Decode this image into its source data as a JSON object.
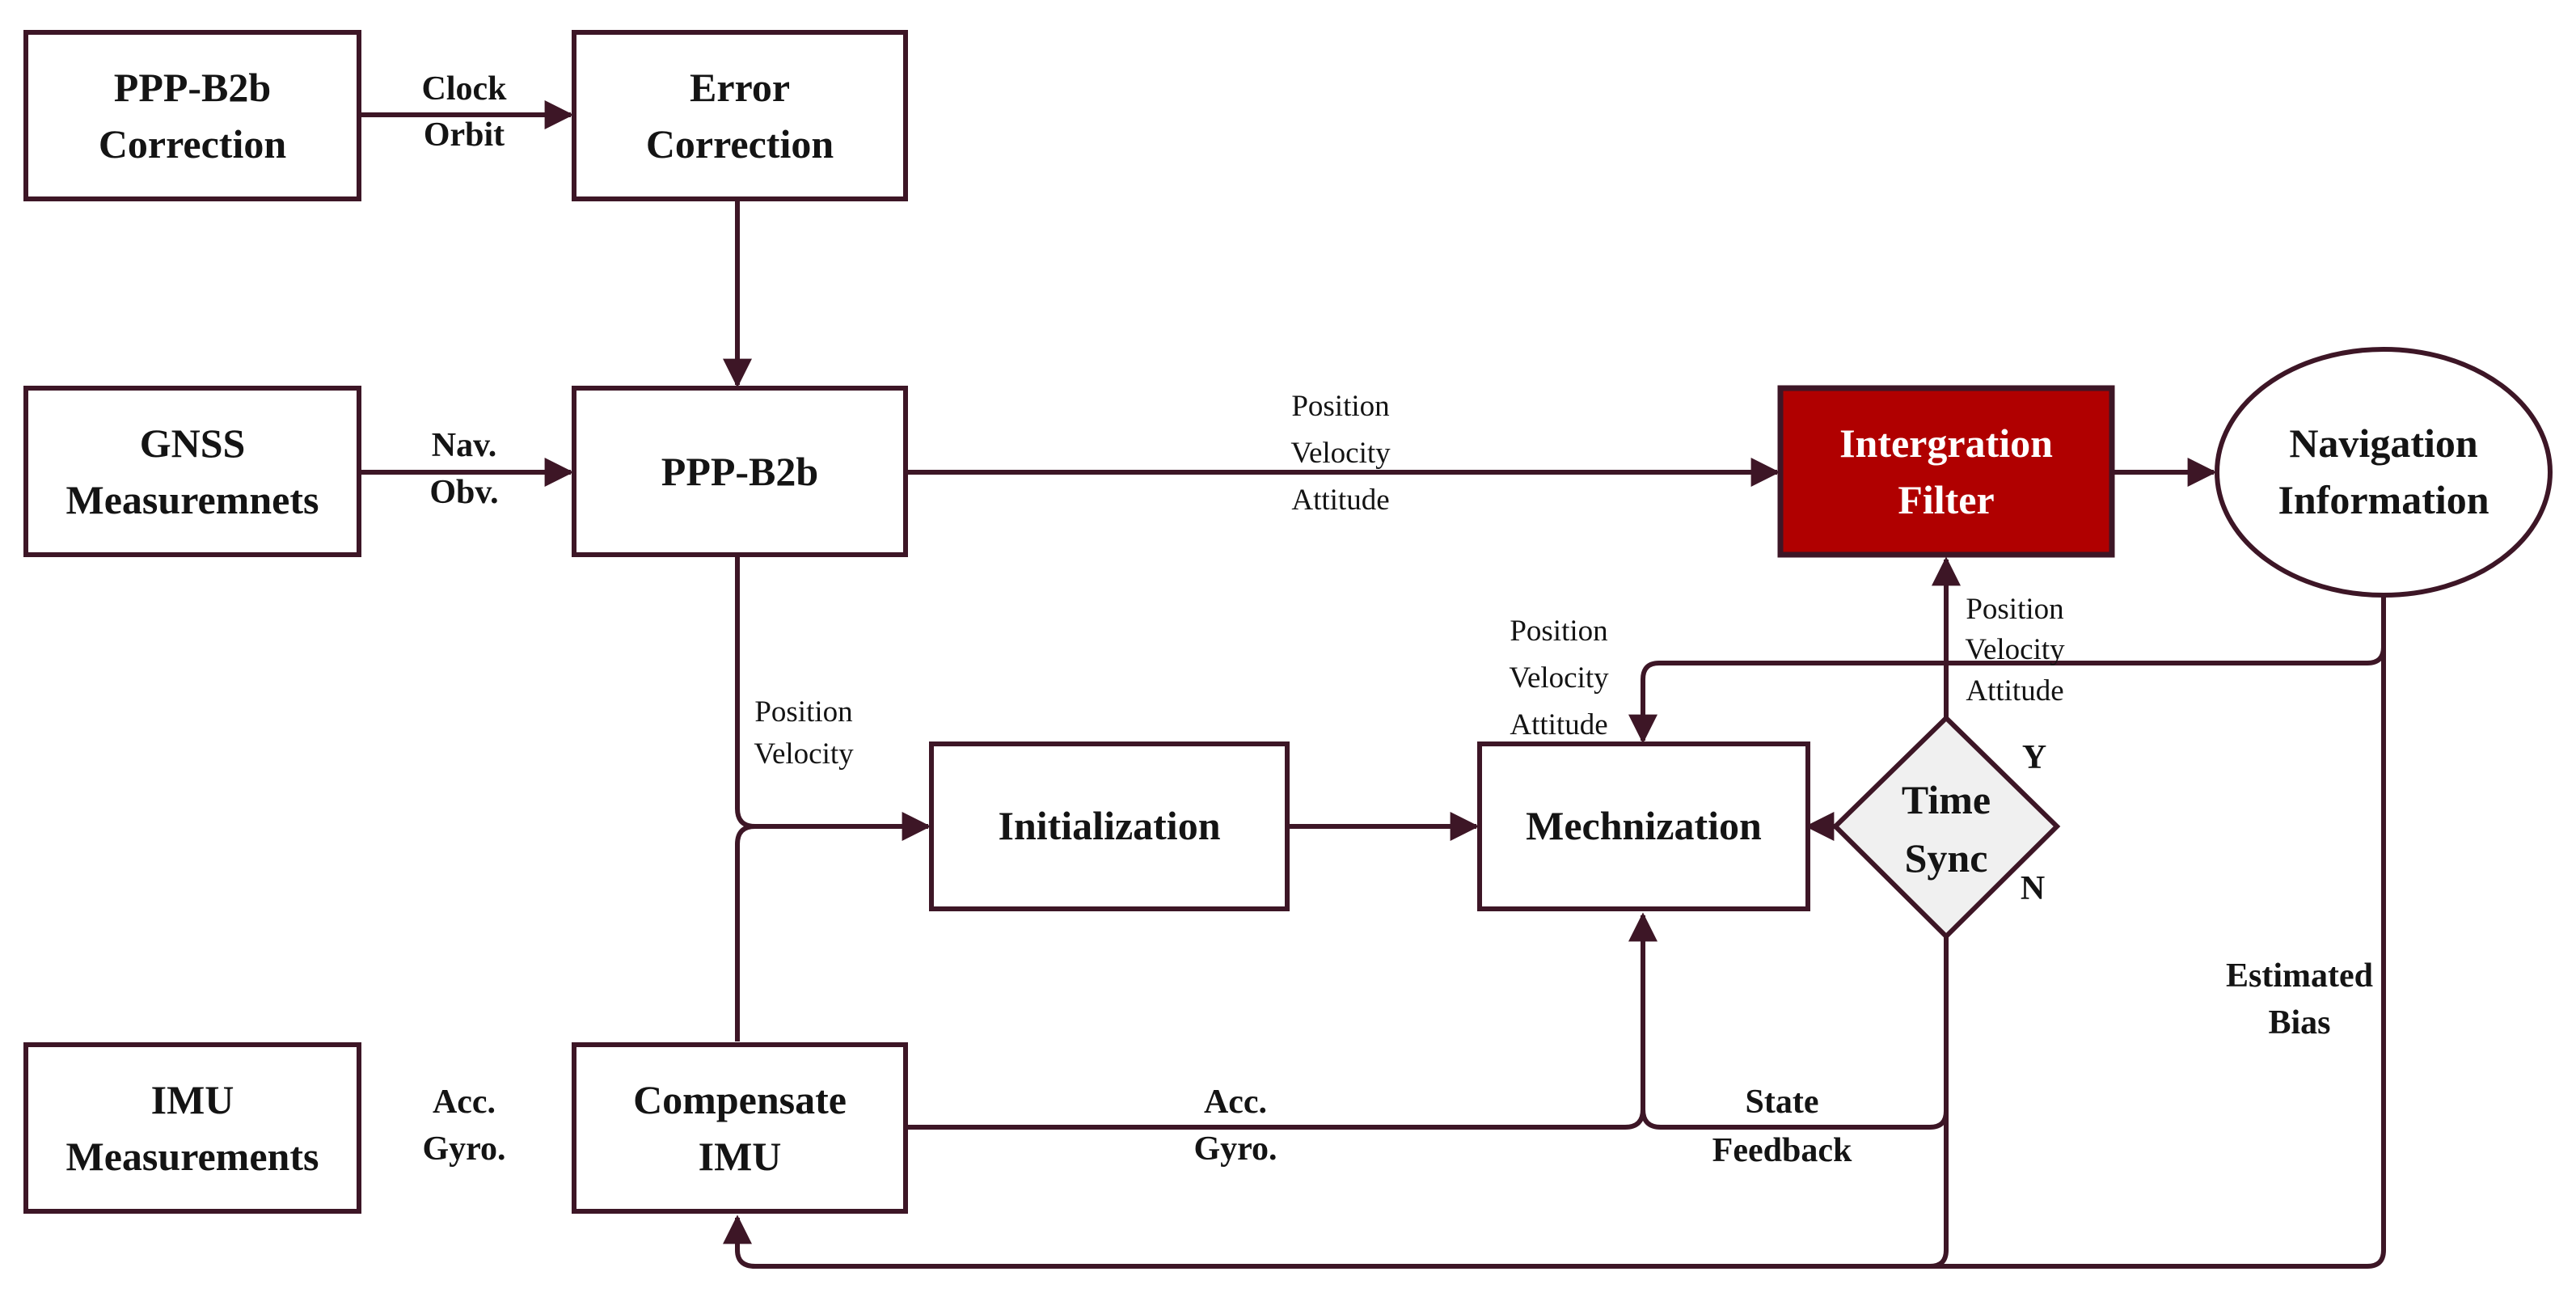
{
  "colors": {
    "stroke": "#3d1626",
    "highlight_fill": "#b00000",
    "diamond_fill": "#f0f0f0"
  },
  "nodes": {
    "ppp_b2b_correction": [
      "PPP-B2b",
      "Correction"
    ],
    "error_correction": [
      "Error",
      "Correction"
    ],
    "gnss_measurements": [
      "GNSS",
      "Measuremnets"
    ],
    "ppp_b2b": [
      "PPP-B2b"
    ],
    "integration_filter": [
      "Intergration",
      "Filter"
    ],
    "navigation_information": [
      "Navigation",
      "Information"
    ],
    "initialization": [
      "Initialization"
    ],
    "mechanization": [
      "Mechnization"
    ],
    "time_sync": [
      "Time",
      "Sync"
    ],
    "imu_measurements": [
      "IMU",
      "Measurements"
    ],
    "compensate_imu": [
      "Compensate",
      "IMU"
    ]
  },
  "edge_labels": {
    "clock_orbit": [
      "Clock",
      "Orbit"
    ],
    "nav_obv": [
      "Nav.",
      "Obv."
    ],
    "ppp_to_filter": [
      "Position",
      "Velocity",
      "Attitude"
    ],
    "ppp_to_init": [
      "Position",
      "Velocity"
    ],
    "nav_to_mech": [
      "Position",
      "Velocity",
      "Attitude"
    ],
    "sync_to_filter": [
      "Position",
      "Velocity",
      "Attitude"
    ],
    "sync_yes": "Y",
    "sync_no": "N",
    "imu_to_comp": [
      "Acc.",
      "Gyro."
    ],
    "comp_to_mech": [
      "Acc.",
      "Gyro."
    ],
    "state_feedback": [
      "State",
      "Feedback"
    ],
    "estimated_bias": [
      "Estimated",
      "Bias"
    ]
  }
}
